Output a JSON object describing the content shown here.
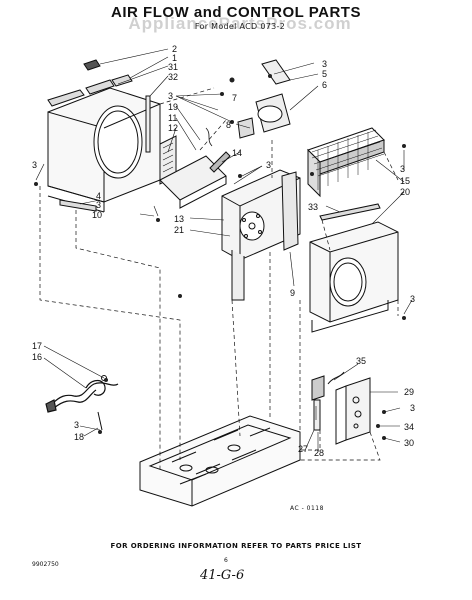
{
  "title": "AIR FLOW and CONTROL PARTS",
  "subtitle": "For Model ACD 073-2",
  "watermark": "AppliancePartsPros.com",
  "footer": "FOR ORDERING INFORMATION REFER TO PARTS PRICE LIST",
  "doc_code": "9902750",
  "page_number": "6",
  "handwritten_note": "41-G-6",
  "art_code": "AC - 0118",
  "callouts": [
    "2",
    "1",
    "31",
    "32",
    "3",
    "5",
    "6",
    "3",
    "7",
    "19",
    "11",
    "12",
    "8",
    "14",
    "3",
    "3",
    "4",
    "3",
    "10",
    "13",
    "21",
    "33",
    "3",
    "15",
    "20",
    "9",
    "3",
    "17",
    "16",
    "3",
    "18",
    "35",
    "29",
    "3",
    "27",
    "28",
    "34",
    "30"
  ]
}
